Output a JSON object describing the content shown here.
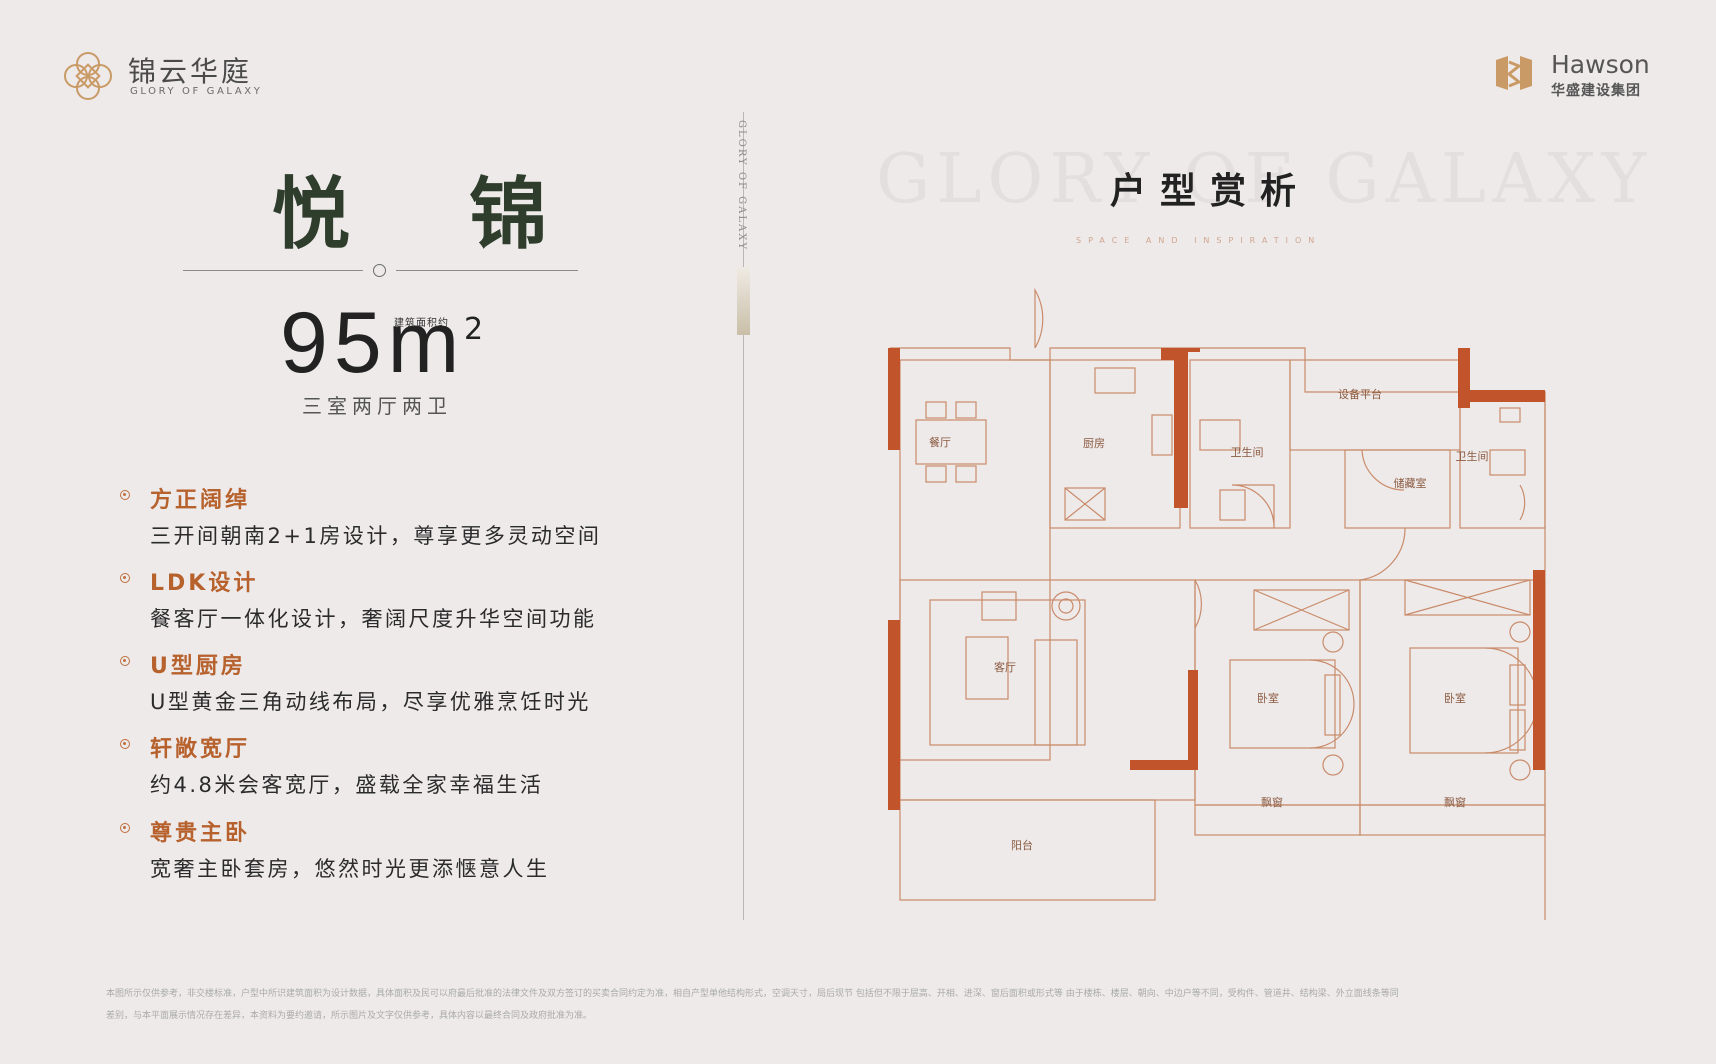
{
  "brand": {
    "name_cn": "锦云华庭",
    "name_en": "GLORY OF GALAXY"
  },
  "developer": {
    "name_en": "Hawson",
    "name_cn": "华盛建设集团"
  },
  "unit": {
    "name": "悦 锦",
    "area": "95m",
    "area_sup": "2",
    "area_label": "建筑面积约",
    "layout": "三室两厅两卫"
  },
  "features": [
    {
      "title": "方正阔绰",
      "desc": "三开间朝南2+1房设计，尊享更多灵动空间"
    },
    {
      "title": "LDK设计",
      "desc": "餐客厅一体化设计，奢阔尺度升华空间功能"
    },
    {
      "title": "U型厨房",
      "desc": "U型黄金三角动线布局，尽享优雅烹饪时光"
    },
    {
      "title": "轩敞宽厅",
      "desc": "约4.8米会客宽厅，盛载全家幸福生活"
    },
    {
      "title": "尊贵主卧",
      "desc": "宽奢主卧套房，悠然时光更添惬意人生"
    }
  ],
  "side_text": "GLORY OF GALAXY",
  "section": {
    "title_cn": "户型赏析",
    "subtitle_en": "SPACE AND INSPIRATION",
    "watermark": "GLORY OF GALAXY"
  },
  "plan_labels": {
    "dining": "餐厅",
    "kitchen": "厨房",
    "bath1": "卫生间",
    "equipment": "设备平台",
    "storage": "储藏室",
    "bath2": "卫生间",
    "living": "客厅",
    "bed1": "卧室",
    "bed2": "卧室",
    "bay1": "飘窗",
    "bay2": "飘窗",
    "balcony": "阳台"
  },
  "colors": {
    "accent": "#b7612d",
    "wall": "#c1542a",
    "line": "#c98b6a",
    "background": "#eeeaea"
  },
  "footer": {
    "line1": "本图所示仅供参考，非交楼标准，户型中所识建筑面积为设计数据，具体面积及民可以府最后批准的法律文件及双方签订的买卖合同约定为准，相自产型单他结构形式，空调天寸，局后现节 包括但不限于层高、开相、进深、窗后面积或形式等 由于楼栋、楼层、朝向、中边户等不同，受构件、管道井、结构梁、外立面线条等同",
    "line2": "差别，与本平面展示情况存在差异，本资料为要约邀请，所示图片及文字仅供参考，具体内容以最终合同及政府批准为准。"
  }
}
